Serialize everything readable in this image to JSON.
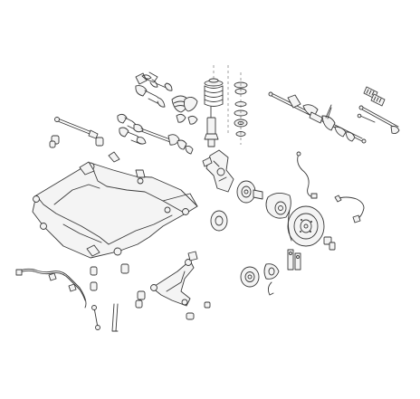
{
  "diagram": {
    "background": "#ffffff",
    "line_color": "#3a3a3a",
    "shading_color": "#bdbdbd",
    "parts": [
      {
        "id": "front-subframe",
        "icon": "subframe-icon"
      },
      {
        "id": "lower-control-arm",
        "icon": "control-arm-icon"
      },
      {
        "id": "stabilizer-bar",
        "icon": "stabilizer-bar-icon"
      },
      {
        "id": "stabilizer-links",
        "icon": "link-rod-icon"
      },
      {
        "id": "drive-shafts",
        "icon": "drive-shaft-icon"
      },
      {
        "id": "cv-joint-boots",
        "icon": "boot-icon"
      },
      {
        "id": "coil-spring",
        "icon": "coil-spring-icon"
      },
      {
        "id": "shock-absorber",
        "icon": "shock-absorber-icon"
      },
      {
        "id": "strut-mount-kit",
        "icon": "strut-mount-icon"
      },
      {
        "id": "steering-rack",
        "icon": "steering-rack-icon"
      },
      {
        "id": "tie-rods",
        "icon": "tie-rod-icon"
      },
      {
        "id": "steering-boots",
        "icon": "steering-boot-icon"
      },
      {
        "id": "steering-knuckle",
        "icon": "knuckle-icon"
      },
      {
        "id": "wheel-hub",
        "icon": "wheel-hub-icon"
      },
      {
        "id": "brake-disc",
        "icon": "brake-disc-icon"
      },
      {
        "id": "brake-caliper",
        "icon": "brake-caliper-icon"
      },
      {
        "id": "wear-sensors",
        "icon": "sensor-cable-icon"
      },
      {
        "id": "bushings",
        "icon": "bushing-icon"
      }
    ]
  }
}
